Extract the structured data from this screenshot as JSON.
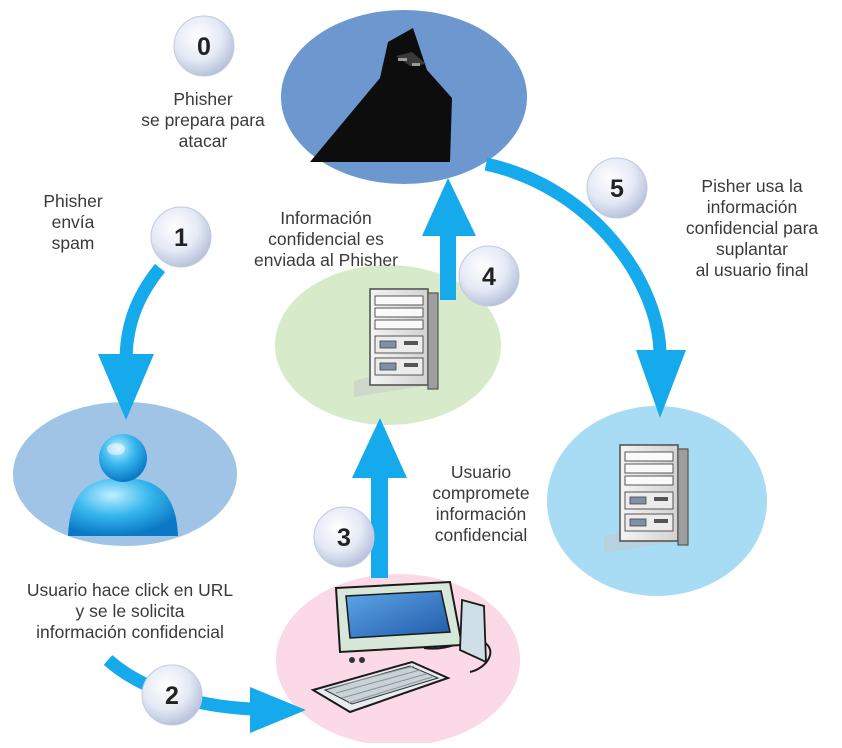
{
  "steps": [
    {
      "number": "0",
      "lines": [
        "Phisher",
        "se prepara para",
        "atacar"
      ]
    },
    {
      "number": "1",
      "lines": [
        "Phisher",
        "envía",
        "spam"
      ]
    },
    {
      "number": "2",
      "lines": [
        "Usuario hace click en URL",
        "y se le solicita",
        "información confidencial"
      ]
    },
    {
      "number": "3",
      "lines": [
        "Usuario",
        "compromete",
        "información",
        "confidencial"
      ]
    },
    {
      "number": "4",
      "lines": [
        "Información",
        "confidencial es",
        "enviada al Phisher"
      ]
    },
    {
      "number": "5",
      "lines": [
        "Pisher usa la",
        "información",
        "confidencial para",
        "suplantar",
        "al usuario final"
      ]
    }
  ],
  "nodes": {
    "phisher": {
      "icon": "hooded-phisher-icon"
    },
    "user": {
      "icon": "user-silhouette-icon"
    },
    "computer": {
      "icon": "desktop-computer-icon"
    },
    "phishing_server": {
      "icon": "server-tower-icon"
    },
    "target_server": {
      "icon": "server-tower-icon"
    }
  },
  "colors": {
    "arrow": "#14aaeb",
    "badge_fill": "#dde3f2",
    "badge_text": "#222222",
    "phisher_ellipse": "#6d97cf",
    "user_ellipse": "#9fc4e6",
    "server_ellipse_green": "#d7ebcb",
    "server_ellipse_blue": "#a7dcf4",
    "computer_ellipse": "#fbd9e6",
    "label_text": "#3a3a3a"
  }
}
